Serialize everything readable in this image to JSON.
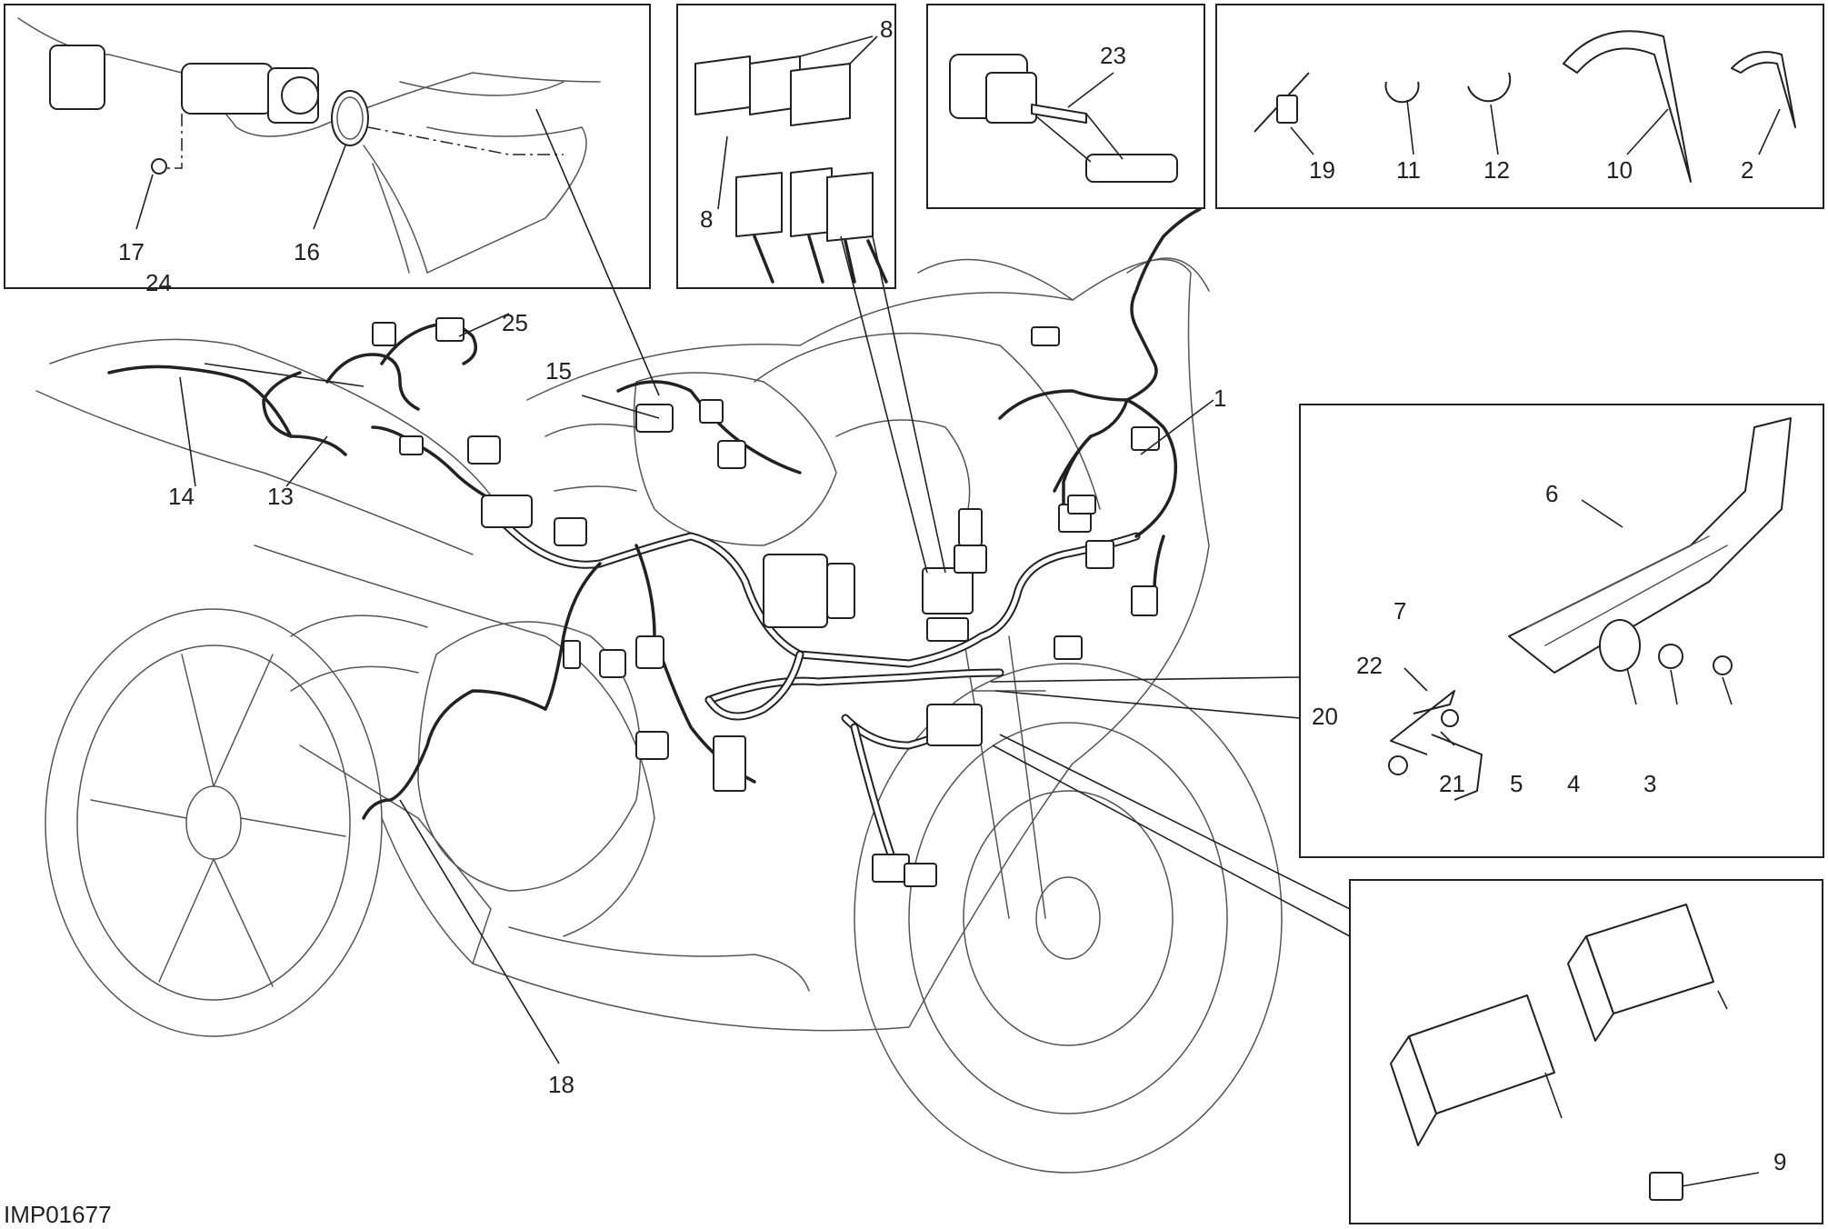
{
  "drawing_code": "IMP01677",
  "callouts": {
    "c1": "1",
    "c2": "2",
    "c3": "3",
    "c4": "4",
    "c5": "5",
    "c6": "6",
    "c7": "7",
    "c8a": "8",
    "c8b": "8",
    "c9": "9",
    "c10": "10",
    "c11": "11",
    "c12": "12",
    "c13": "13",
    "c14": "14",
    "c15": "15",
    "c16": "16",
    "c17": "17",
    "c18": "18",
    "c19": "19",
    "c20": "20",
    "c21": "21",
    "c22": "22",
    "c23": "23",
    "c24": "24",
    "c25": "25"
  }
}
